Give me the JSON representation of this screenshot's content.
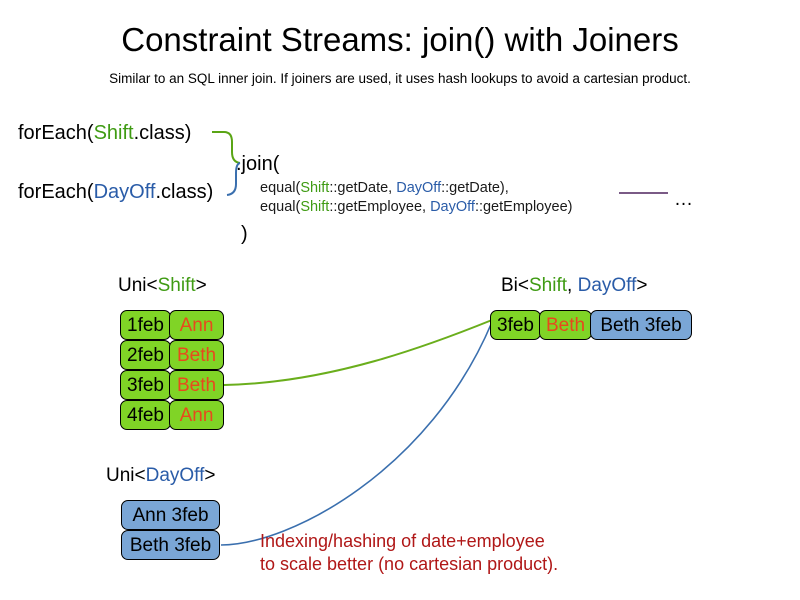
{
  "header": {
    "title": "Constraint Streams: join() with Joiners",
    "subtitle": "Similar to an SQL inner join. If joiners are used, it uses hash lookups to avoid a cartesian product."
  },
  "code": {
    "forEach_shift": {
      "prefix": "forEach(",
      "type": "Shift",
      "suffix": ".class)"
    },
    "forEach_dayoff": {
      "prefix": "forEach(",
      "type": "DayOff",
      "suffix": ".class)"
    },
    "join_open": ".join(",
    "join_close": ")",
    "joiner_1": {
      "prefix": "equal(",
      "left_type": "Shift",
      "left_method": "::getDate, ",
      "right_type": "DayOff",
      "right_method": "::getDate),"
    },
    "joiner_2": {
      "prefix": "equal(",
      "left_type": "Shift",
      "left_method": "::getEmployee, ",
      "right_type": "DayOff",
      "right_method": "::getEmployee)"
    },
    "ellipsis": "…"
  },
  "streams": {
    "uni_shift": {
      "label_prefix": "Uni<",
      "label_type": "Shift",
      "label_suffix": ">",
      "columns": [
        "date",
        "employee"
      ],
      "rows": [
        {
          "date": "1feb",
          "employee": "Ann"
        },
        {
          "date": "2feb",
          "employee": "Beth"
        },
        {
          "date": "3feb",
          "employee": "Beth"
        },
        {
          "date": "4feb",
          "employee": "Ann"
        }
      ]
    },
    "uni_dayoff": {
      "label_prefix": "Uni<",
      "label_type": "DayOff",
      "label_suffix": ">",
      "rows": [
        {
          "text": "Ann 3feb"
        },
        {
          "text": "Beth 3feb"
        }
      ]
    },
    "bi": {
      "label_prefix": "Bi<",
      "label_type_a": "Shift",
      "label_sep": ", ",
      "label_type_b": "DayOff",
      "label_suffix": ">",
      "row": {
        "date": "3feb",
        "employee": "Beth",
        "dayoff": "Beth 3feb"
      }
    }
  },
  "footnote": "Indexing/hashing of date+employee\nto scale better (no cartesian product).",
  "colors": {
    "shift_green_text": "#3f9b13",
    "dayoff_blue_text": "#2a5ca8",
    "box_green_fill": "#80d426",
    "box_blue_fill": "#7aa6d6",
    "employee_orange": "#e8491d",
    "footnote_red": "#b01717",
    "connector_green": "#5aa515",
    "connector_blue": "#3a6fae",
    "rule_purple": "#7a5a86"
  }
}
